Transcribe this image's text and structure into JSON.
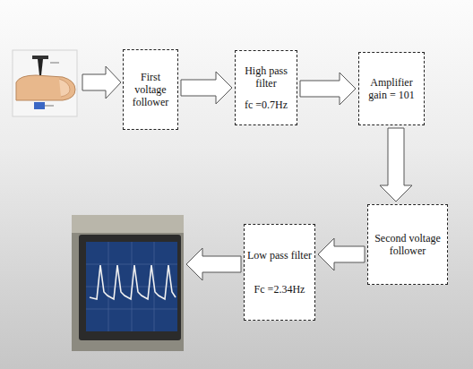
{
  "diagram": {
    "nodes": [
      {
        "text": [
          "First voltage follower"
        ]
      },
      {
        "text": [
          "High pass filter",
          "fc =0.7Hz"
        ]
      },
      {
        "text": [
          "Amplifier gain = 101"
        ]
      },
      {
        "text": [
          "Second voltage follower"
        ]
      },
      {
        "text": [
          "Low pass filter",
          "Fc =2.34Hz"
        ]
      }
    ],
    "edges": [
      {
        "from": 0,
        "to": 1,
        "arrow": "to"
      },
      {
        "from": 1,
        "to": 2,
        "arrow": "to"
      },
      {
        "from": 2,
        "to": 3,
        "arrow": "to"
      },
      {
        "from": 3,
        "to": 4,
        "arrow": "to"
      }
    ]
  }
}
